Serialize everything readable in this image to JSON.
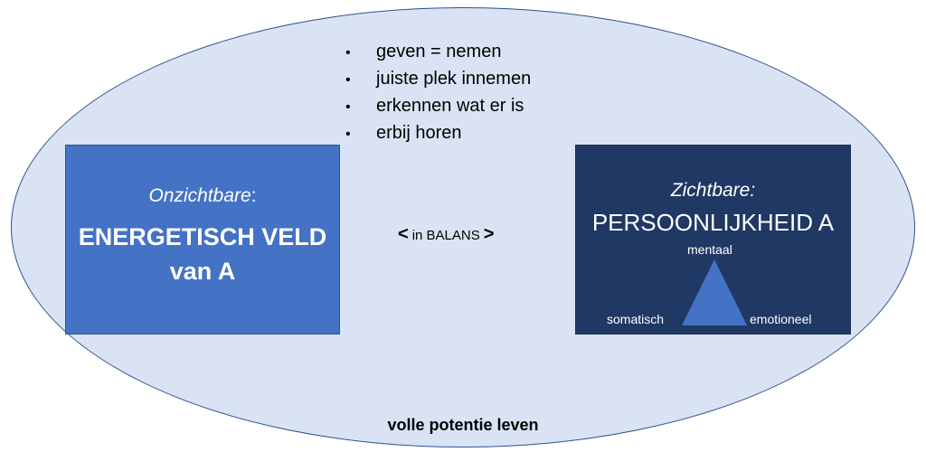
{
  "bullets": [
    "geven = nemen",
    "juiste plek innemen",
    "erkennen wat er is",
    "erbij horen"
  ],
  "left_box": {
    "subtitle_italic": "Onzichtbare",
    "subtitle_colon": ":",
    "title_line1": "ENERGETISCH VELD",
    "title_line2": "van A"
  },
  "right_box": {
    "subtitle": "Zichtbare:",
    "title": "PERSOONLIJKHEID A",
    "triangle": {
      "top": "mentaal",
      "left": "somatisch",
      "right": "emotioneel"
    }
  },
  "balance": {
    "left_arrow": "<",
    "text": "in BALANS",
    "right_arrow": ">"
  },
  "footer": "volle potentie leven",
  "colors": {
    "ellipse_fill": "#dae3f3",
    "ellipse_border": "#2f528f",
    "left_box": "#4472c4",
    "right_box": "#203864",
    "triangle": "#4472c4"
  }
}
